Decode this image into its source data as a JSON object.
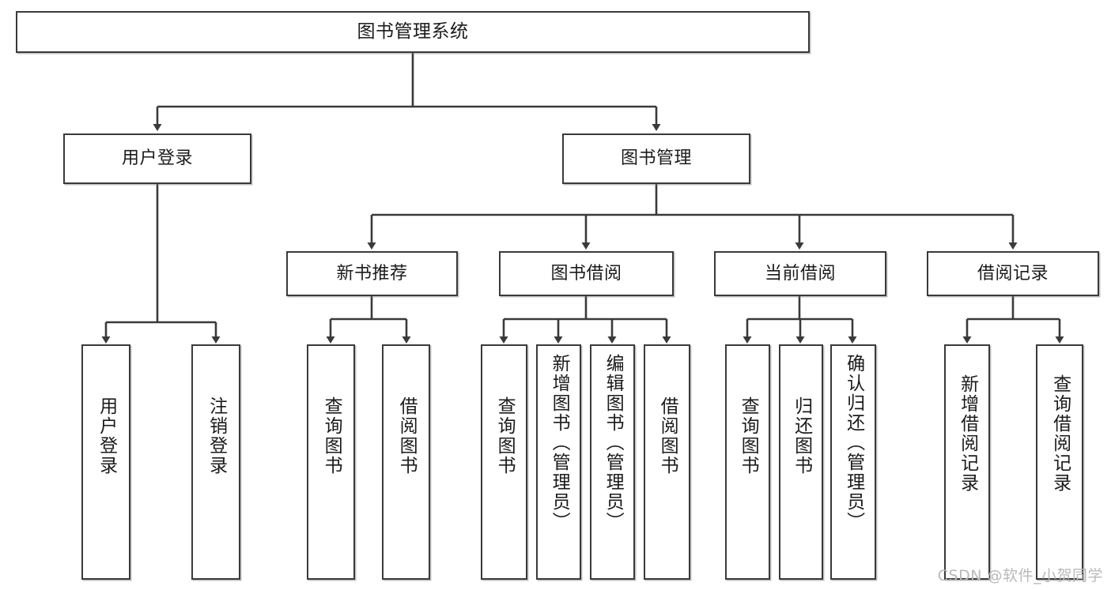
{
  "diagram": {
    "type": "tree-hierarchy-flowchart",
    "title": "图书管理系统",
    "watermark": "CSDN @软件_小贺同学",
    "colors": {
      "box_border": "#3a3a3a",
      "box_fill": "#ffffff",
      "connector": "#3a3a3a",
      "text": "#1b1b1b",
      "watermark": "#b9b9b9",
      "background": "#ffffff"
    },
    "nodes": {
      "root": {
        "label": "图书管理系统",
        "level": 1,
        "orientation": "horizontal"
      },
      "user_login": {
        "label": "用户登录",
        "level": 2,
        "orientation": "horizontal"
      },
      "book_manage": {
        "label": "图书管理",
        "level": 2,
        "orientation": "horizontal"
      },
      "new_book_rec": {
        "label": "新书推荐",
        "level": 3,
        "orientation": "horizontal"
      },
      "book_borrow": {
        "label": "图书借阅",
        "level": 3,
        "orientation": "horizontal"
      },
      "current_borrow": {
        "label": "当前借阅",
        "level": 3,
        "orientation": "horizontal"
      },
      "borrow_record": {
        "label": "借阅记录",
        "level": 3,
        "orientation": "horizontal"
      },
      "leaf_user_login": {
        "label": "用户登录",
        "level": 4,
        "orientation": "vertical"
      },
      "leaf_logout": {
        "label": "注销登录",
        "level": 4,
        "orientation": "vertical"
      },
      "leaf_query_book_1": {
        "label": "查询图书",
        "level": 4,
        "orientation": "vertical"
      },
      "leaf_borrow_book_1": {
        "label": "借阅图书",
        "level": 4,
        "orientation": "vertical"
      },
      "leaf_query_book_2": {
        "label": "查询图书",
        "level": 4,
        "orientation": "vertical"
      },
      "leaf_add_book": {
        "label": "新增图书（管理员）",
        "level": 4,
        "orientation": "vertical"
      },
      "leaf_edit_book": {
        "label": "编辑图书（管理员）",
        "level": 4,
        "orientation": "vertical"
      },
      "leaf_borrow_book_2": {
        "label": "借阅图书",
        "level": 4,
        "orientation": "vertical"
      },
      "leaf_query_book_3": {
        "label": "查询图书",
        "level": 4,
        "orientation": "vertical"
      },
      "leaf_return_book": {
        "label": "归还图书",
        "level": 4,
        "orientation": "vertical"
      },
      "leaf_confirm_return": {
        "label": "确认归还（管理员）",
        "level": 4,
        "orientation": "vertical"
      },
      "leaf_add_record": {
        "label": "新增借阅记录",
        "level": 4,
        "orientation": "vertical"
      },
      "leaf_query_record": {
        "label": "查询借阅记录",
        "level": 4,
        "orientation": "vertical"
      }
    },
    "edges": [
      {
        "from": "root",
        "to": "user_login"
      },
      {
        "from": "root",
        "to": "book_manage"
      },
      {
        "from": "user_login",
        "to": "leaf_user_login"
      },
      {
        "from": "user_login",
        "to": "leaf_logout"
      },
      {
        "from": "book_manage",
        "to": "new_book_rec"
      },
      {
        "from": "book_manage",
        "to": "book_borrow"
      },
      {
        "from": "book_manage",
        "to": "current_borrow"
      },
      {
        "from": "book_manage",
        "to": "borrow_record"
      },
      {
        "from": "new_book_rec",
        "to": "leaf_query_book_1"
      },
      {
        "from": "new_book_rec",
        "to": "leaf_borrow_book_1"
      },
      {
        "from": "book_borrow",
        "to": "leaf_query_book_2"
      },
      {
        "from": "book_borrow",
        "to": "leaf_add_book"
      },
      {
        "from": "book_borrow",
        "to": "leaf_edit_book"
      },
      {
        "from": "book_borrow",
        "to": "leaf_borrow_book_2"
      },
      {
        "from": "current_borrow",
        "to": "leaf_query_book_3"
      },
      {
        "from": "current_borrow",
        "to": "leaf_return_book"
      },
      {
        "from": "current_borrow",
        "to": "leaf_confirm_return"
      },
      {
        "from": "borrow_record",
        "to": "leaf_add_record"
      },
      {
        "from": "borrow_record",
        "to": "leaf_query_record"
      }
    ]
  }
}
